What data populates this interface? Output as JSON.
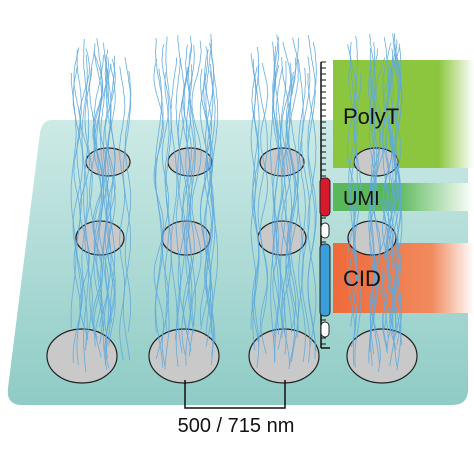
{
  "labels": {
    "polyt": "PolyT",
    "umi": "UMI",
    "cid": "CID",
    "spacing": "500 / 715 nm"
  },
  "colors": {
    "slide_top": "#cdeae6",
    "slide_bottom": "#8fcbc5",
    "spot_fill": "#c9c9c9",
    "spot_stroke": "#222222",
    "strand": "#5fa9dc",
    "polyt_band": "#8cc63f",
    "umi_band": "#5ab85a",
    "cid_band": "#ef6a3a",
    "umi_segment": "#d7192b",
    "cid_segment": "#3a9fd8"
  },
  "icons": {
    "ruler": "scale-ruler-icon",
    "probe": "oligo-probe-icon"
  }
}
